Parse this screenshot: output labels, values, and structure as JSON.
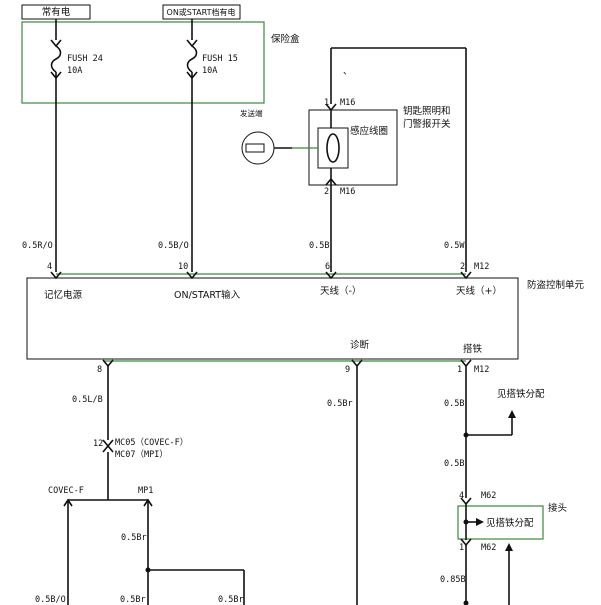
{
  "top_labels": {
    "constant_power": "常有电",
    "on_start": "ON或START档有电"
  },
  "fuse_box": {
    "label": "保险盒",
    "fuses": [
      {
        "name": "FUSH 24",
        "rating": "10A"
      },
      {
        "name": "FUSH 15",
        "rating": "10A"
      }
    ]
  },
  "transmitter_label": "发送端",
  "key_coil": {
    "label": "感应线圈",
    "switch_label_1": "钥匙照明和",
    "switch_label_2": "门警报开关",
    "connector": "M16",
    "pin_top": "1",
    "pin_bottom": "2",
    "tick_mark": "、"
  },
  "wires_top": [
    {
      "spec": "0.5R/O",
      "pin": "4"
    },
    {
      "spec": "0.5B/O",
      "pin": "10"
    },
    {
      "spec": "0.5B",
      "pin": "6"
    },
    {
      "spec": "0.5W",
      "pin": "2"
    }
  ],
  "module": {
    "label": "防盗控制单元",
    "connector_top": "M12",
    "pins": [
      "记忆电源",
      "ON/START输入",
      "天线（-）",
      "天线（+）"
    ],
    "diag_label": "诊断",
    "ground_label": "搭铁"
  },
  "wires_bottom": [
    {
      "spec": "0.5L/B",
      "pin": "8"
    },
    {
      "spec": "0.5Br",
      "pin": "9"
    },
    {
      "spec": "0.5B",
      "pin": "1",
      "connector": "M12"
    }
  ],
  "mc_connector": {
    "pin": "12",
    "line1": "MC05（COVEC-F）",
    "line2": "MC07（MPI）"
  },
  "branch_labels": {
    "left": "COVEC-F",
    "right": "MP1"
  },
  "ground_dist_1": "见搭铁分配",
  "right_lower": {
    "wire_spec_1": "0.5B",
    "connector": "M62",
    "pin_top": "4",
    "pin_bottom": "1",
    "joint_label": "接头",
    "ground_dist_2": "见搭铁分配",
    "wire_spec_2": "0.85B"
  },
  "bottom_wires": [
    "0.5Br",
    "0.5B/O",
    "0.5Br",
    "0.5Br"
  ]
}
